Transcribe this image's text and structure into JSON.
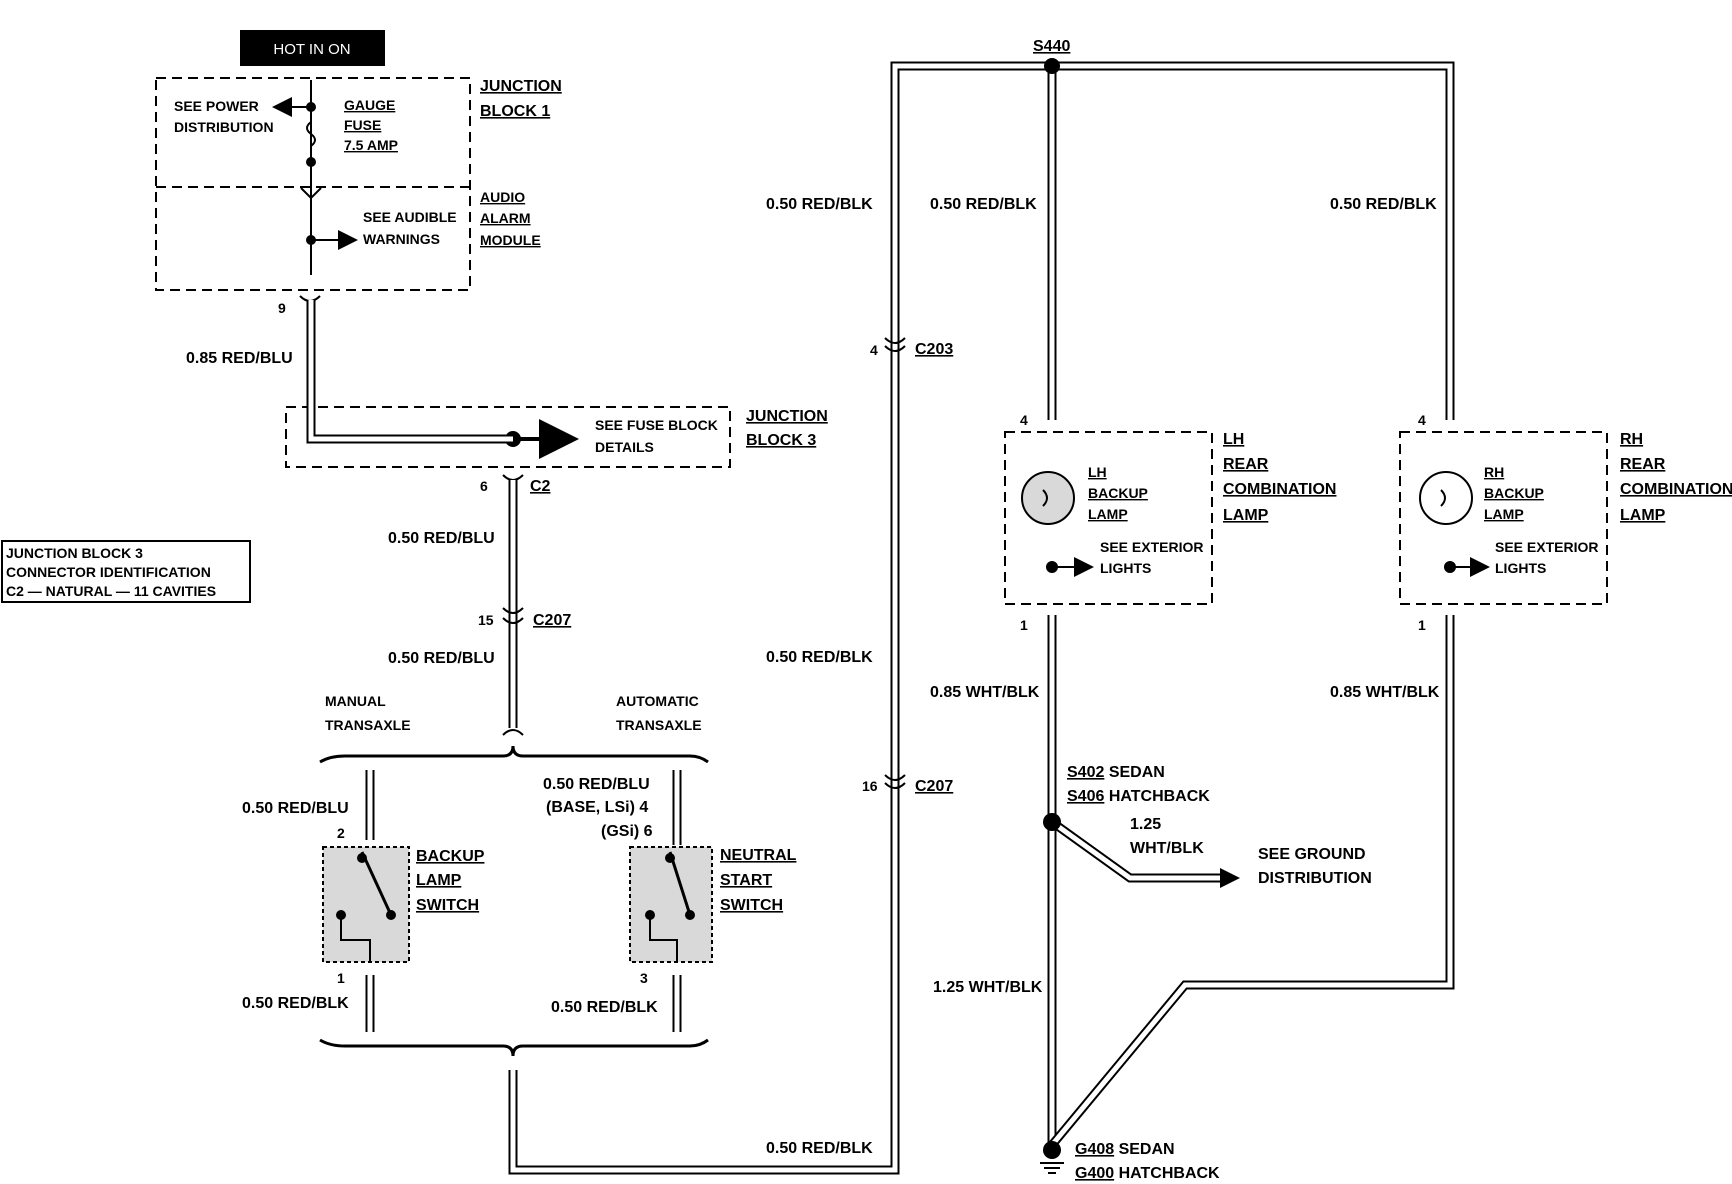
{
  "header": {
    "hot_label": "HOT IN ON"
  },
  "junction_block_1": {
    "title_line1": "JUNCTION",
    "title_line2": "BLOCK 1",
    "fuse_line1": "GAUGE",
    "fuse_line2": "FUSE",
    "fuse_line3": "7.5 AMP",
    "power_line1": "SEE POWER",
    "power_line2": "DISTRIBUTION",
    "audio_line1": "AUDIO",
    "audio_line2": "ALARM",
    "audio_line3": "MODULE",
    "audible_line1": "SEE AUDIBLE",
    "audible_line2": "WARNINGS",
    "pin": "9"
  },
  "junction_block_3": {
    "title_line1": "JUNCTION",
    "title_line2": "BLOCK 3",
    "fuse_details_line1": "SEE FUSE BLOCK",
    "fuse_details_line2": "DETAILS",
    "pin": "6",
    "connector": "C2"
  },
  "connector_id": {
    "line1": "JUNCTION BLOCK 3",
    "line2": "CONNECTOR IDENTIFICATION",
    "line3": "C2 — NATURAL — 11 CAVITIES"
  },
  "wires": {
    "jb1_to_jb3": "0.85 RED/BLU",
    "c2_to_c207": "0.50 RED/BLU",
    "c207_down": "0.50 RED/BLU",
    "backup_in": "0.50 RED/BLU",
    "neutral_in_line1": "0.50 RED/BLU",
    "neutral_in_line2": "(BASE, LSi) 4",
    "neutral_in_line3": "(GSi) 6",
    "backup_out": "0.50 RED/BLK",
    "neutral_out": "0.50 RED/BLK",
    "bottom_return": "0.50 RED/BLK",
    "left_vertical_upper": "0.50 RED/BLK",
    "left_vertical_mid": "0.50 RED/BLK",
    "s440_lh": "0.50 RED/BLK",
    "s440_rh": "0.50 RED/BLK",
    "lh_out": "0.85 WHT/BLK",
    "rh_out": "0.85 WHT/BLK",
    "ground_branch_line1": "1.25",
    "ground_branch_line2": "WHT/BLK",
    "to_ground": "1.25 WHT/BLK"
  },
  "connectors": {
    "c207_pin_top": "15",
    "c207_label_top": "C207",
    "c203_pin": "4",
    "c203_label": "C203",
    "c207_pin_right": "16",
    "c207_label_right": "C207"
  },
  "transaxle": {
    "manual_line1": "MANUAL",
    "manual_line2": "TRANSAXLE",
    "auto_line1": "AUTOMATIC",
    "auto_line2": "TRANSAXLE"
  },
  "backup_switch": {
    "line1": "BACKUP",
    "line2": "LAMP",
    "line3": "SWITCH",
    "pin_in": "2",
    "pin_out": "1"
  },
  "neutral_switch": {
    "line1": "NEUTRAL",
    "line2": "START",
    "line3": "SWITCH",
    "pin_out": "3"
  },
  "splice_s440": "S440",
  "lh_lamp": {
    "title_line1": "LH",
    "title_line2": "REAR",
    "title_line3": "COMBINATION",
    "title_line4": "LAMP",
    "bulb_line1": "LH",
    "bulb_line2": "BACKUP",
    "bulb_line3": "LAMP",
    "ext_line1": "SEE EXTERIOR",
    "ext_line2": "LIGHTS",
    "pin_in": "4",
    "pin_out": "1"
  },
  "rh_lamp": {
    "title_line1": "RH",
    "title_line2": "REAR",
    "title_line3": "COMBINATION",
    "title_line4": "LAMP",
    "bulb_line1": "RH",
    "bulb_line2": "BACKUP",
    "bulb_line3": "LAMP",
    "ext_line1": "SEE EXTERIOR",
    "ext_line2": "LIGHTS",
    "pin_in": "4",
    "pin_out": "1"
  },
  "splice_s402": {
    "line1_id": "S402",
    "line1_text": " SEDAN",
    "line2_id": "S406",
    "line2_text": " HATCHBACK"
  },
  "ground_dist": {
    "line1": "SEE GROUND",
    "line2": "DISTRIBUTION"
  },
  "ground": {
    "line1_id": "G408",
    "line1_text": " SEDAN",
    "line2_id": "G400",
    "line2_text": " HATCHBACK"
  }
}
